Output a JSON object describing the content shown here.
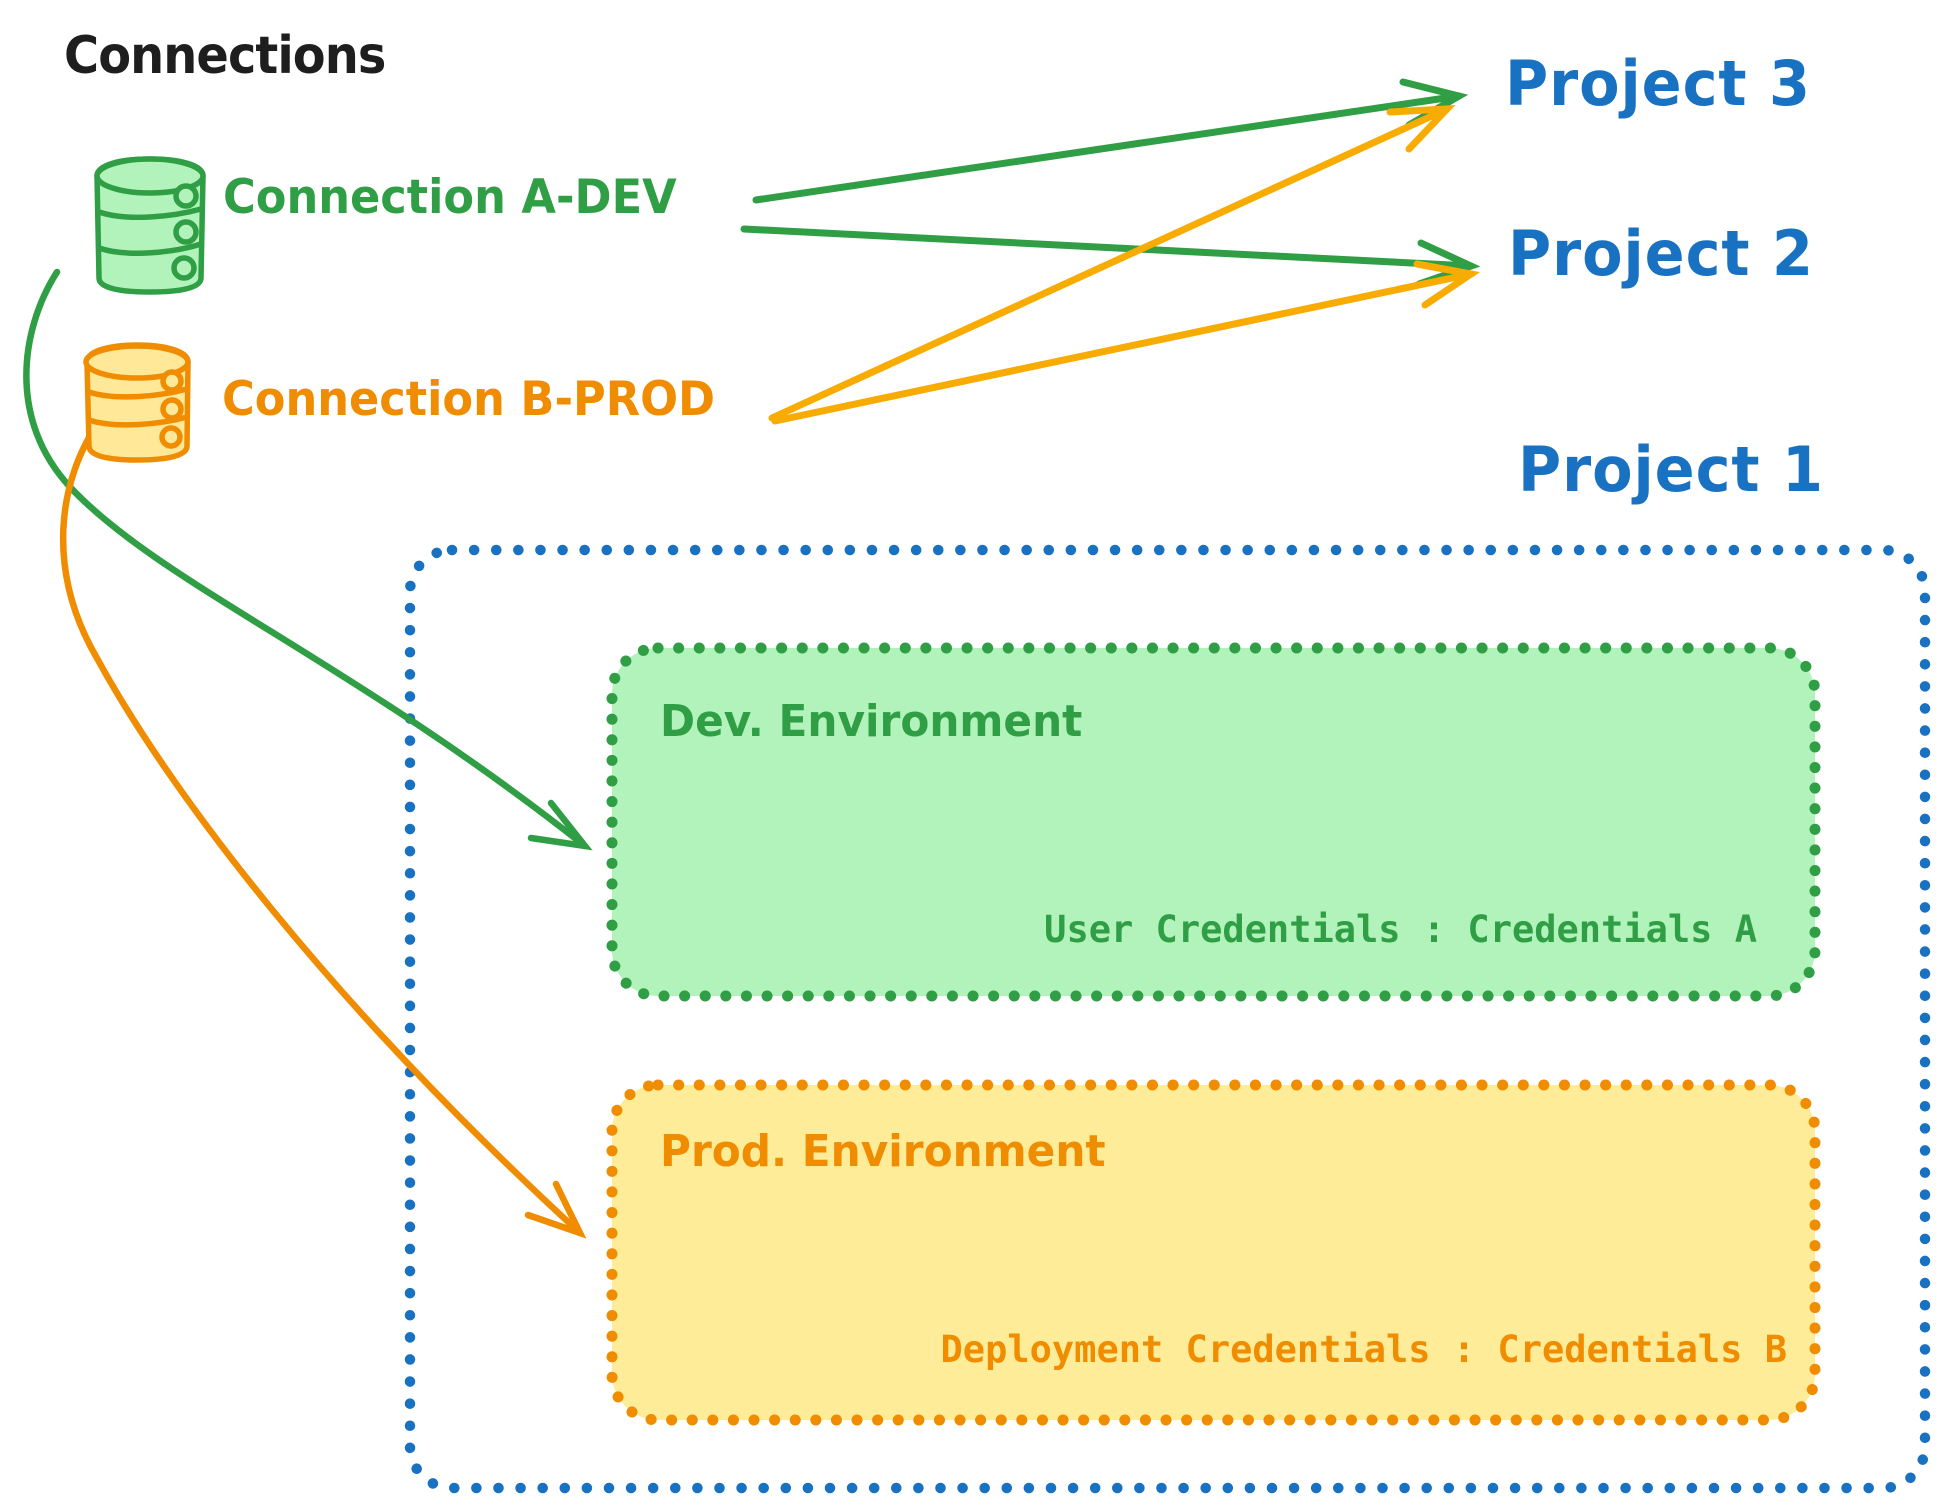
{
  "title": "Connections",
  "colors": {
    "ink_black": "#1e1e1e",
    "green_stroke": "#2f9e44",
    "green_fill": "#b2f2bb",
    "orange_stroke": "#f08c00",
    "orange_fill": "#ffec99",
    "blue": "#1971c2",
    "background": "#ffffff"
  },
  "connections": [
    {
      "label": "Connection A-DEV",
      "color": "#2f9e44",
      "icon": "database-icon"
    },
    {
      "label": "Connection B-PROD",
      "color": "#f08c00",
      "icon": "database-icon"
    }
  ],
  "projects": [
    {
      "label": "Project 3"
    },
    {
      "label": "Project 2"
    },
    {
      "label": "Project 1"
    }
  ],
  "project1": {
    "environments": [
      {
        "name": "Dev. Environment",
        "credentials": "User Credentials : Credentials A",
        "color": "#2f9e44"
      },
      {
        "name": "Prod. Environment",
        "credentials": "Deployment Credentials : Credentials B",
        "color": "#f08c00"
      }
    ]
  },
  "edges": [
    {
      "from": "Connection A-DEV",
      "to": "Project 3",
      "color": "#2f9e44",
      "style": "straight"
    },
    {
      "from": "Connection A-DEV",
      "to": "Project 2",
      "color": "#2f9e44",
      "style": "straight"
    },
    {
      "from": "Connection B-PROD",
      "to": "Project 3",
      "color": "#f08c00",
      "style": "straight"
    },
    {
      "from": "Connection B-PROD",
      "to": "Project 2",
      "color": "#f08c00",
      "style": "straight"
    },
    {
      "from": "Connection A-DEV",
      "to": "Dev. Environment",
      "color": "#2f9e44",
      "style": "curved"
    },
    {
      "from": "Connection B-PROD",
      "to": "Prod. Environment",
      "color": "#f08c00",
      "style": "curved"
    }
  ]
}
